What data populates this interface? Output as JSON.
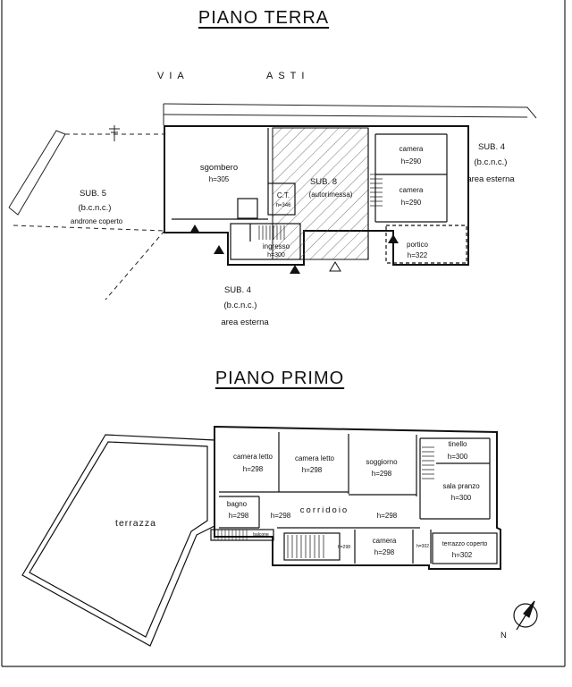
{
  "titles": {
    "ground_floor": "PIANO TERRA",
    "first_floor": "PIANO PRIMO"
  },
  "street": {
    "via": "VIA",
    "asti": "ASTI"
  },
  "ground_floor": {
    "sub5": {
      "name": "SUB. 5",
      "code": "(b.c.n.c.)",
      "desc": "androne coperto"
    },
    "sub4_right": {
      "name": "SUB. 4",
      "code": "(b.c.n.c.)",
      "desc": "area esterna"
    },
    "sub4_bottom": {
      "name": "SUB. 4",
      "code": "(b.c.n.c.)",
      "desc": "area esterna"
    },
    "sub8": {
      "name": "SUB. 8",
      "desc": "(autorimessa)"
    },
    "rooms": [
      {
        "name": "sgombero",
        "height": "h=305"
      },
      {
        "name": "C.T.",
        "height": "h=346"
      },
      {
        "name": "ingresso",
        "height": "h=300"
      },
      {
        "name": "camera",
        "height": "h=290"
      },
      {
        "name": "camera",
        "height": "h=290"
      },
      {
        "name": "portico",
        "height": "h=322"
      }
    ]
  },
  "first_floor": {
    "terrace": "terrazza",
    "corridor": "corridoio",
    "balcony": "balcone",
    "rooms": [
      {
        "name": "camera letto",
        "height": "h=298"
      },
      {
        "name": "camera letto",
        "height": "h=298"
      },
      {
        "name": "soggiorno",
        "height": "h=298"
      },
      {
        "name": "tinello",
        "height": "h=300"
      },
      {
        "name": "sala pranzo",
        "height": "h=300"
      },
      {
        "name": "bagno",
        "height": "h=298"
      },
      {
        "name": "camera",
        "height": "h=298"
      },
      {
        "name": "terrazzo coperto",
        "height": "h=302"
      }
    ],
    "corridor_heights": {
      "left": "h=298",
      "right": "h=298",
      "stair": "h=298",
      "small": "h=302"
    }
  },
  "compass": {
    "north": "N"
  }
}
